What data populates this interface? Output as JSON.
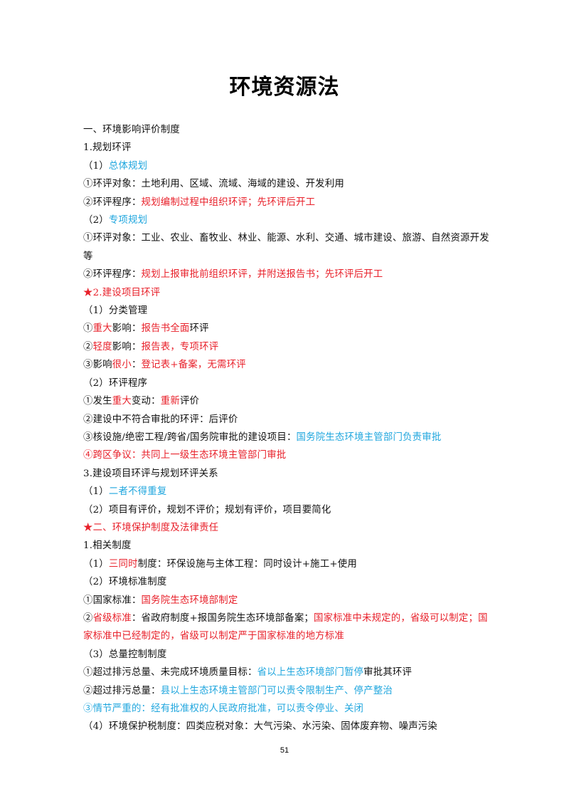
{
  "title": "环境资源法",
  "page_number": "51",
  "colors": {
    "text": "#111111",
    "red": "#e8202a",
    "blue": "#1fa6de"
  },
  "lines": [
    [
      {
        "t": "一、环境影响评价制度",
        "c": ""
      }
    ],
    [
      {
        "t": "1.规划环评",
        "c": ""
      }
    ],
    [
      {
        "t": "（1）",
        "c": ""
      },
      {
        "t": "总体规划",
        "c": "blue"
      }
    ],
    [
      {
        "t": "①环评对象：土地利用、区域、流域、海域的建设、开发利用",
        "c": ""
      }
    ],
    [
      {
        "t": "②环评程序：",
        "c": ""
      },
      {
        "t": "规划编制过程中组织环评；先环评后开工",
        "c": "red"
      }
    ],
    [
      {
        "t": "（2）",
        "c": ""
      },
      {
        "t": "专项规划",
        "c": "blue"
      }
    ],
    [
      {
        "t": "①环评对象：工业、农业、畜牧业、林业、能源、水利、交通、城市建设、旅游、自然资源开发等",
        "c": ""
      }
    ],
    [
      {
        "t": "②环评程序：",
        "c": ""
      },
      {
        "t": "规划上报审批前组织环评，并附送报告书；先环评后开工",
        "c": "red"
      }
    ],
    [
      {
        "t": "★2.建设项目环评",
        "c": "red"
      }
    ],
    [
      {
        "t": "（1）分类管理",
        "c": ""
      }
    ],
    [
      {
        "t": "①",
        "c": ""
      },
      {
        "t": "重大",
        "c": "red"
      },
      {
        "t": "影响：",
        "c": ""
      },
      {
        "t": "报告书全面",
        "c": "red"
      },
      {
        "t": "环评",
        "c": ""
      }
    ],
    [
      {
        "t": "②",
        "c": ""
      },
      {
        "t": "轻度",
        "c": "red"
      },
      {
        "t": "影响：",
        "c": ""
      },
      {
        "t": "报告表，专项环评",
        "c": "red"
      }
    ],
    [
      {
        "t": "③影响",
        "c": ""
      },
      {
        "t": "很小",
        "c": "red"
      },
      {
        "t": "：",
        "c": ""
      },
      {
        "t": "登记表+备案，无需环评",
        "c": "red"
      }
    ],
    [
      {
        "t": "（2）环评程序",
        "c": ""
      }
    ],
    [
      {
        "t": "①发生",
        "c": ""
      },
      {
        "t": "重大",
        "c": "red"
      },
      {
        "t": "变动：",
        "c": ""
      },
      {
        "t": "重新",
        "c": "red"
      },
      {
        "t": "评价",
        "c": ""
      }
    ],
    [
      {
        "t": "②建设中不符合审批的环评：后评价",
        "c": ""
      }
    ],
    [
      {
        "t": "③核设施/绝密工程/跨省/国务院审批的建设项目：",
        "c": ""
      },
      {
        "t": "国务院生态环境主管部门负责审批",
        "c": "blue"
      }
    ],
    [
      {
        "t": "④跨区争议：共同上一级生态环境主管部门审批",
        "c": "red"
      }
    ],
    [
      {
        "t": "3.建设项目环评与规划环评关系",
        "c": ""
      }
    ],
    [
      {
        "t": "（1）",
        "c": ""
      },
      {
        "t": "二者不得重复",
        "c": "blue"
      }
    ],
    [
      {
        "t": "（2）项目有评价，规划不评价；规划有评价，项目要简化",
        "c": ""
      }
    ],
    [
      {
        "t": "★二、环境保护制度及法律责任",
        "c": "red"
      }
    ],
    [
      {
        "t": "1.相关制度",
        "c": ""
      }
    ],
    [
      {
        "t": "（1）",
        "c": ""
      },
      {
        "t": "三同时",
        "c": "red"
      },
      {
        "t": "制度：环保设施与主体工程：同时设计+施工+使用",
        "c": ""
      }
    ],
    [
      {
        "t": "（2）环境标准制度",
        "c": ""
      }
    ],
    [
      {
        "t": "①国家标准：",
        "c": ""
      },
      {
        "t": "国务院生态环境部制定",
        "c": "red"
      }
    ],
    [
      {
        "t": "②",
        "c": ""
      },
      {
        "t": "省级标准",
        "c": "red"
      },
      {
        "t": "：省政府制度+报国务院生态环境部备案；",
        "c": ""
      },
      {
        "t": "国家标准中未规定的，省级可以制定；国家标准中已经制定的，省级可以制定严于国家标准的地方标准",
        "c": "red"
      }
    ],
    [
      {
        "t": "（3）总量控制制度",
        "c": ""
      }
    ],
    [
      {
        "t": "①超过排污总量、未完成环境质量目标：",
        "c": ""
      },
      {
        "t": "省以上生态环境部门暂停",
        "c": "blue"
      },
      {
        "t": "审批其环评",
        "c": ""
      }
    ],
    [
      {
        "t": "②超过排污总量：",
        "c": ""
      },
      {
        "t": "县以上生态环境主管部门可以责令限制生产、停产整治",
        "c": "blue"
      }
    ],
    [
      {
        "t": "③情节严重的：经有批准权的人民政府批准，可以责令停业、关闭",
        "c": "blue"
      }
    ],
    [
      {
        "t": "（4）环境保护税制度：四类应税对象：大气污染、水污染、固体废弃物、噪声污染",
        "c": ""
      }
    ]
  ]
}
